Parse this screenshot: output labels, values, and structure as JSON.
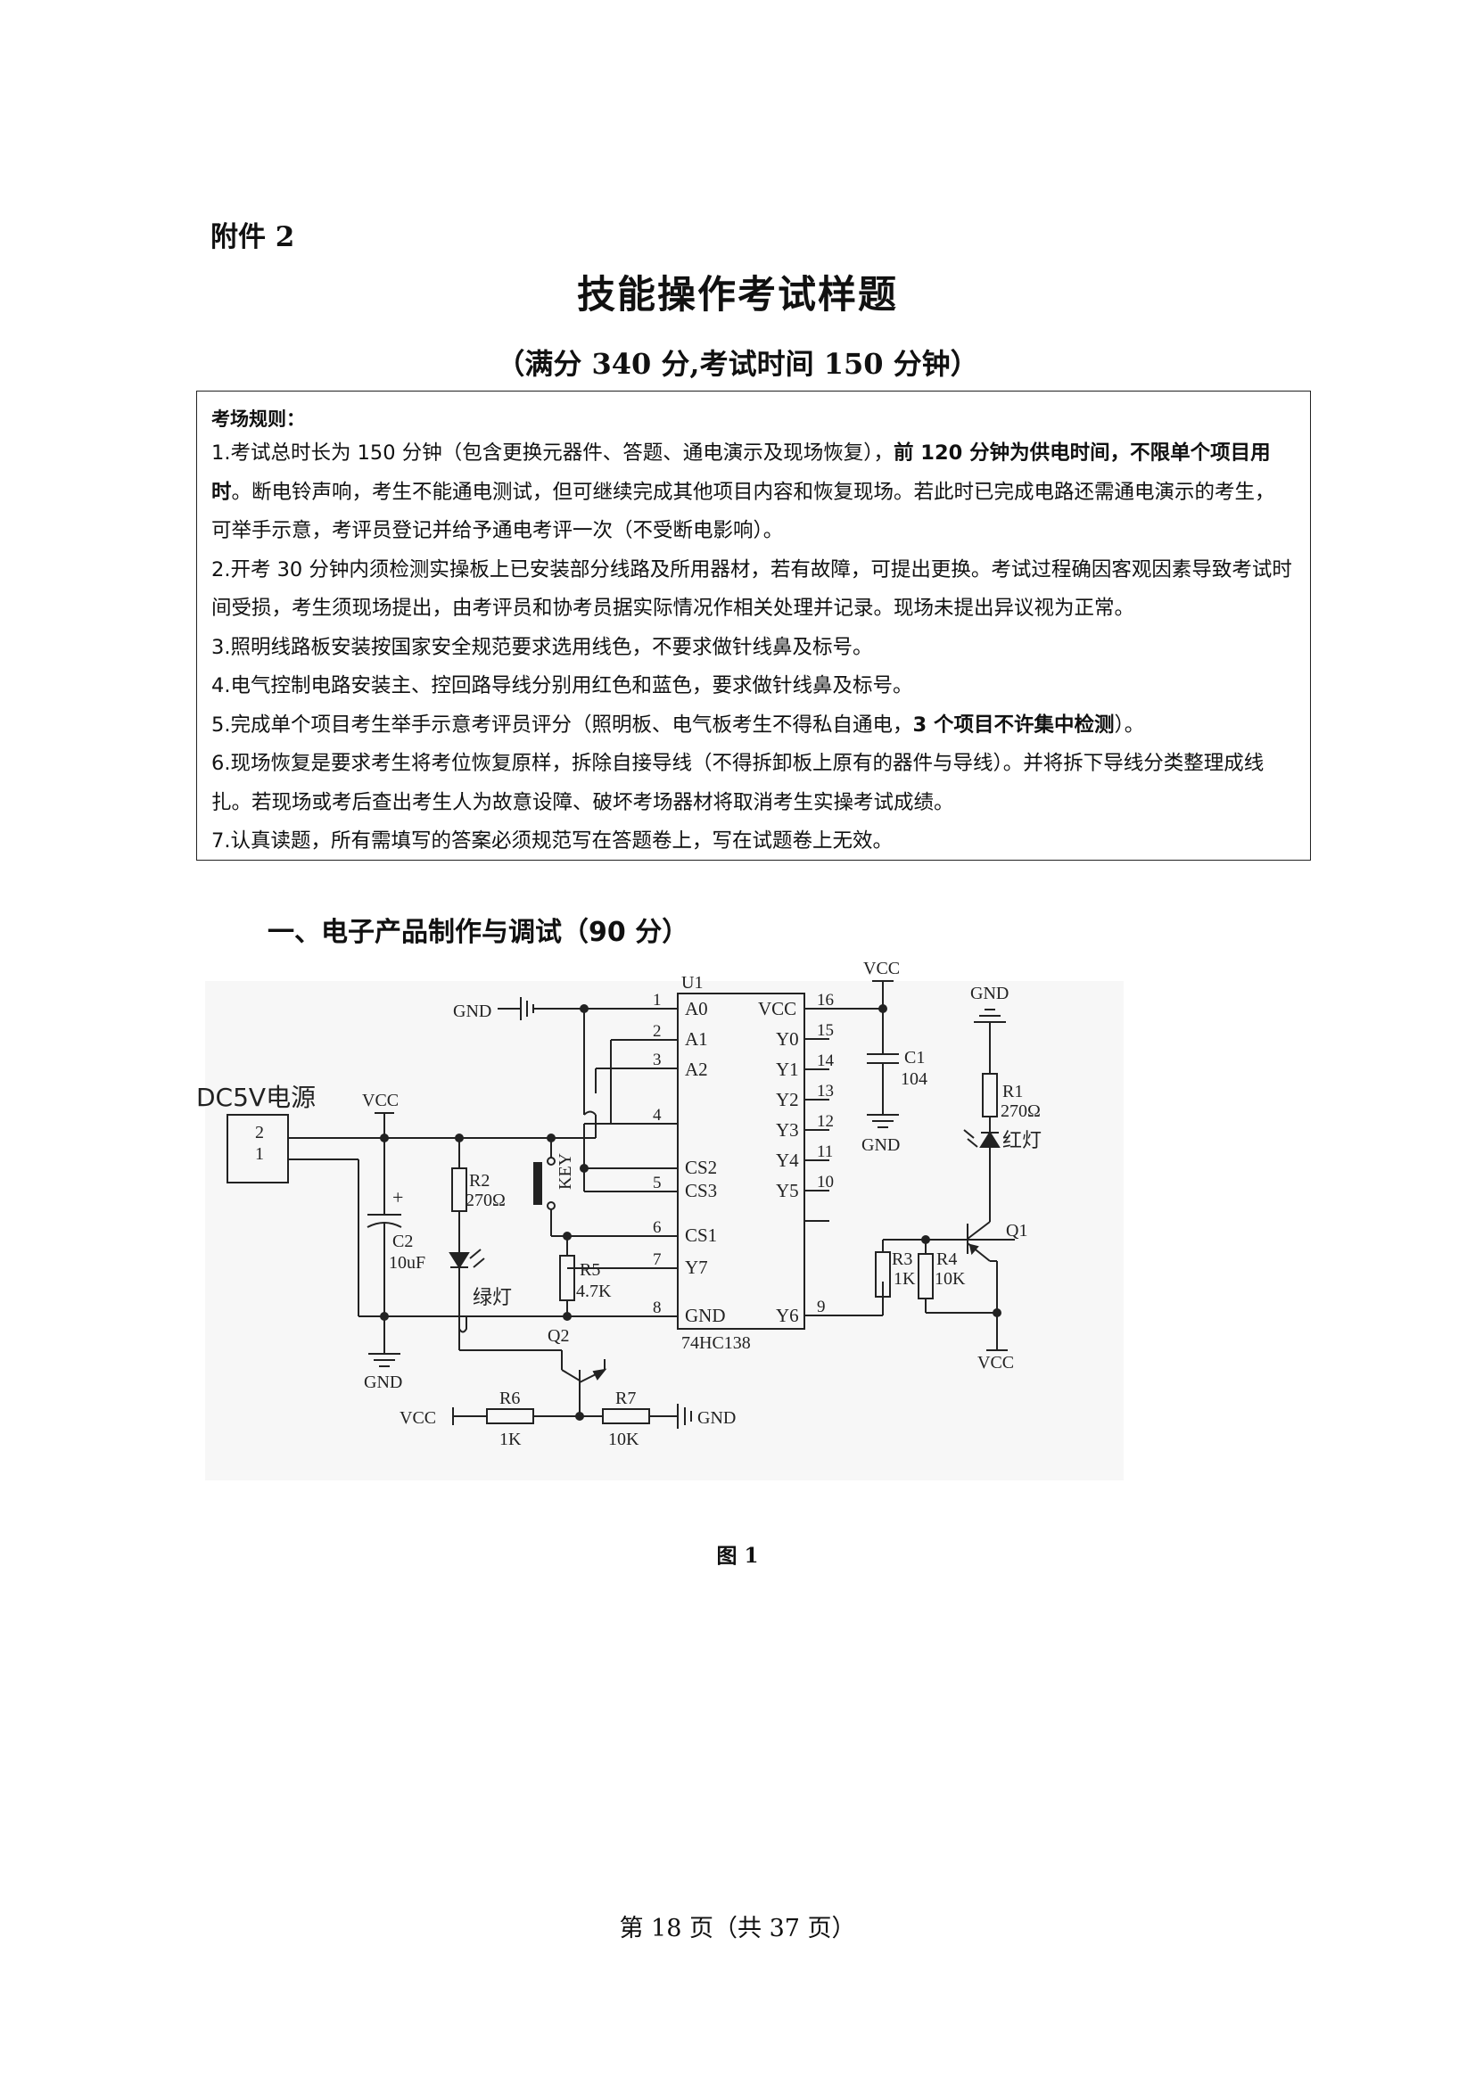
{
  "header": {
    "attachment": "附件 2",
    "title": "技能操作考试样题",
    "subtitle": "（满分 340 分,考试时间 150 分钟）"
  },
  "rules": {
    "heading": "考场规则：",
    "r1_a": "1.考试总时长为 150 分钟（包含更换元器件、答题、通电演示及现场恢复），",
    "r1_b": "前 120 分钟为供电时间，不限单个项目用时",
    "r1_c": "。断电铃声响，考生不能通电测试，但可继续完成其他项目内容和恢复现场。若此时已完成电路还需通电演示的考生，可举手示意，考评员登记并给予通电考评一次（不受断电影响）。",
    "r2": "2.开考 30 分钟内须检测实操板上已安装部分线路及所用器材，若有故障，可提出更换。考试过程确因客观因素导致考试时间受损，考生须现场提出，由考评员和协考员据实际情况作相关处理并记录。现场未提出异议视为正常。",
    "r3": "3.照明线路板安装按国家安全规范要求选用线色，不要求做针线鼻及标号。",
    "r4": "4.电气控制电路安装主、控回路导线分别用红色和蓝色，要求做针线鼻及标号。",
    "r5_a": "5.完成单个项目考生举手示意考评员评分（照明板、电气板考生不得私自通电，",
    "r5_b": "3 个项目不许集中检测",
    "r5_c": "）。",
    "r6": "6.现场恢复是要求考生将考位恢复原样，拆除自接导线（不得拆卸板上原有的器件与导线）。并将拆下导线分类整理成线扎。若现场或考后查出考生人为故意设障、破坏考场器材将取消考生实操考试成绩。",
    "r7": "7.认真读题，所有需填写的答案必须规范写在答题卷上，写在试题卷上无效。"
  },
  "section1": "一、电子产品制作与调试（90 分）",
  "circuit": {
    "power": "DC5V电源",
    "conn_pin2": "2",
    "conn_pin1": "1",
    "vcc": "VCC",
    "gnd": "GND",
    "u1": "U1",
    "chip": "74HC138",
    "left_pins": [
      {
        "num": "1",
        "name": "A0"
      },
      {
        "num": "2",
        "name": "A1"
      },
      {
        "num": "3",
        "name": "A2"
      },
      {
        "num": "4",
        "name": "CS2"
      },
      {
        "num": "5",
        "name": "CS3"
      },
      {
        "num": "6",
        "name": "CS1"
      },
      {
        "num": "7",
        "name": "Y7"
      },
      {
        "num": "8",
        "name": "GND"
      }
    ],
    "right_pins": [
      {
        "num": "16",
        "name": "VCC"
      },
      {
        "num": "15",
        "name": "Y0"
      },
      {
        "num": "14",
        "name": "Y1"
      },
      {
        "num": "13",
        "name": "Y2"
      },
      {
        "num": "12",
        "name": "Y3"
      },
      {
        "num": "11",
        "name": "Y4"
      },
      {
        "num": "10",
        "name": "Y5"
      },
      {
        "num": "9",
        "name": "Y6"
      }
    ],
    "c1": "C1",
    "c1_val": "104",
    "c2": "C2",
    "c2_val": "10uF",
    "plus": "+",
    "r1": "R1",
    "r1_val": "270Ω",
    "r2": "R2",
    "r2_val": "270Ω",
    "r3": "R3",
    "r3_val": "1K",
    "r4": "R4",
    "r4_val": "10K",
    "r5": "R5",
    "r5_val": "4.7K",
    "r6": "R6",
    "r6_val": "1K",
    "r7": "R7",
    "r7_val": "10K",
    "q1": "Q1",
    "q2": "Q2",
    "key": "KEY",
    "green_led": "绿灯",
    "red_led": "红灯"
  },
  "figure_caption": "图 1",
  "footer": {
    "page": "第 18 页（共 37 页）"
  }
}
